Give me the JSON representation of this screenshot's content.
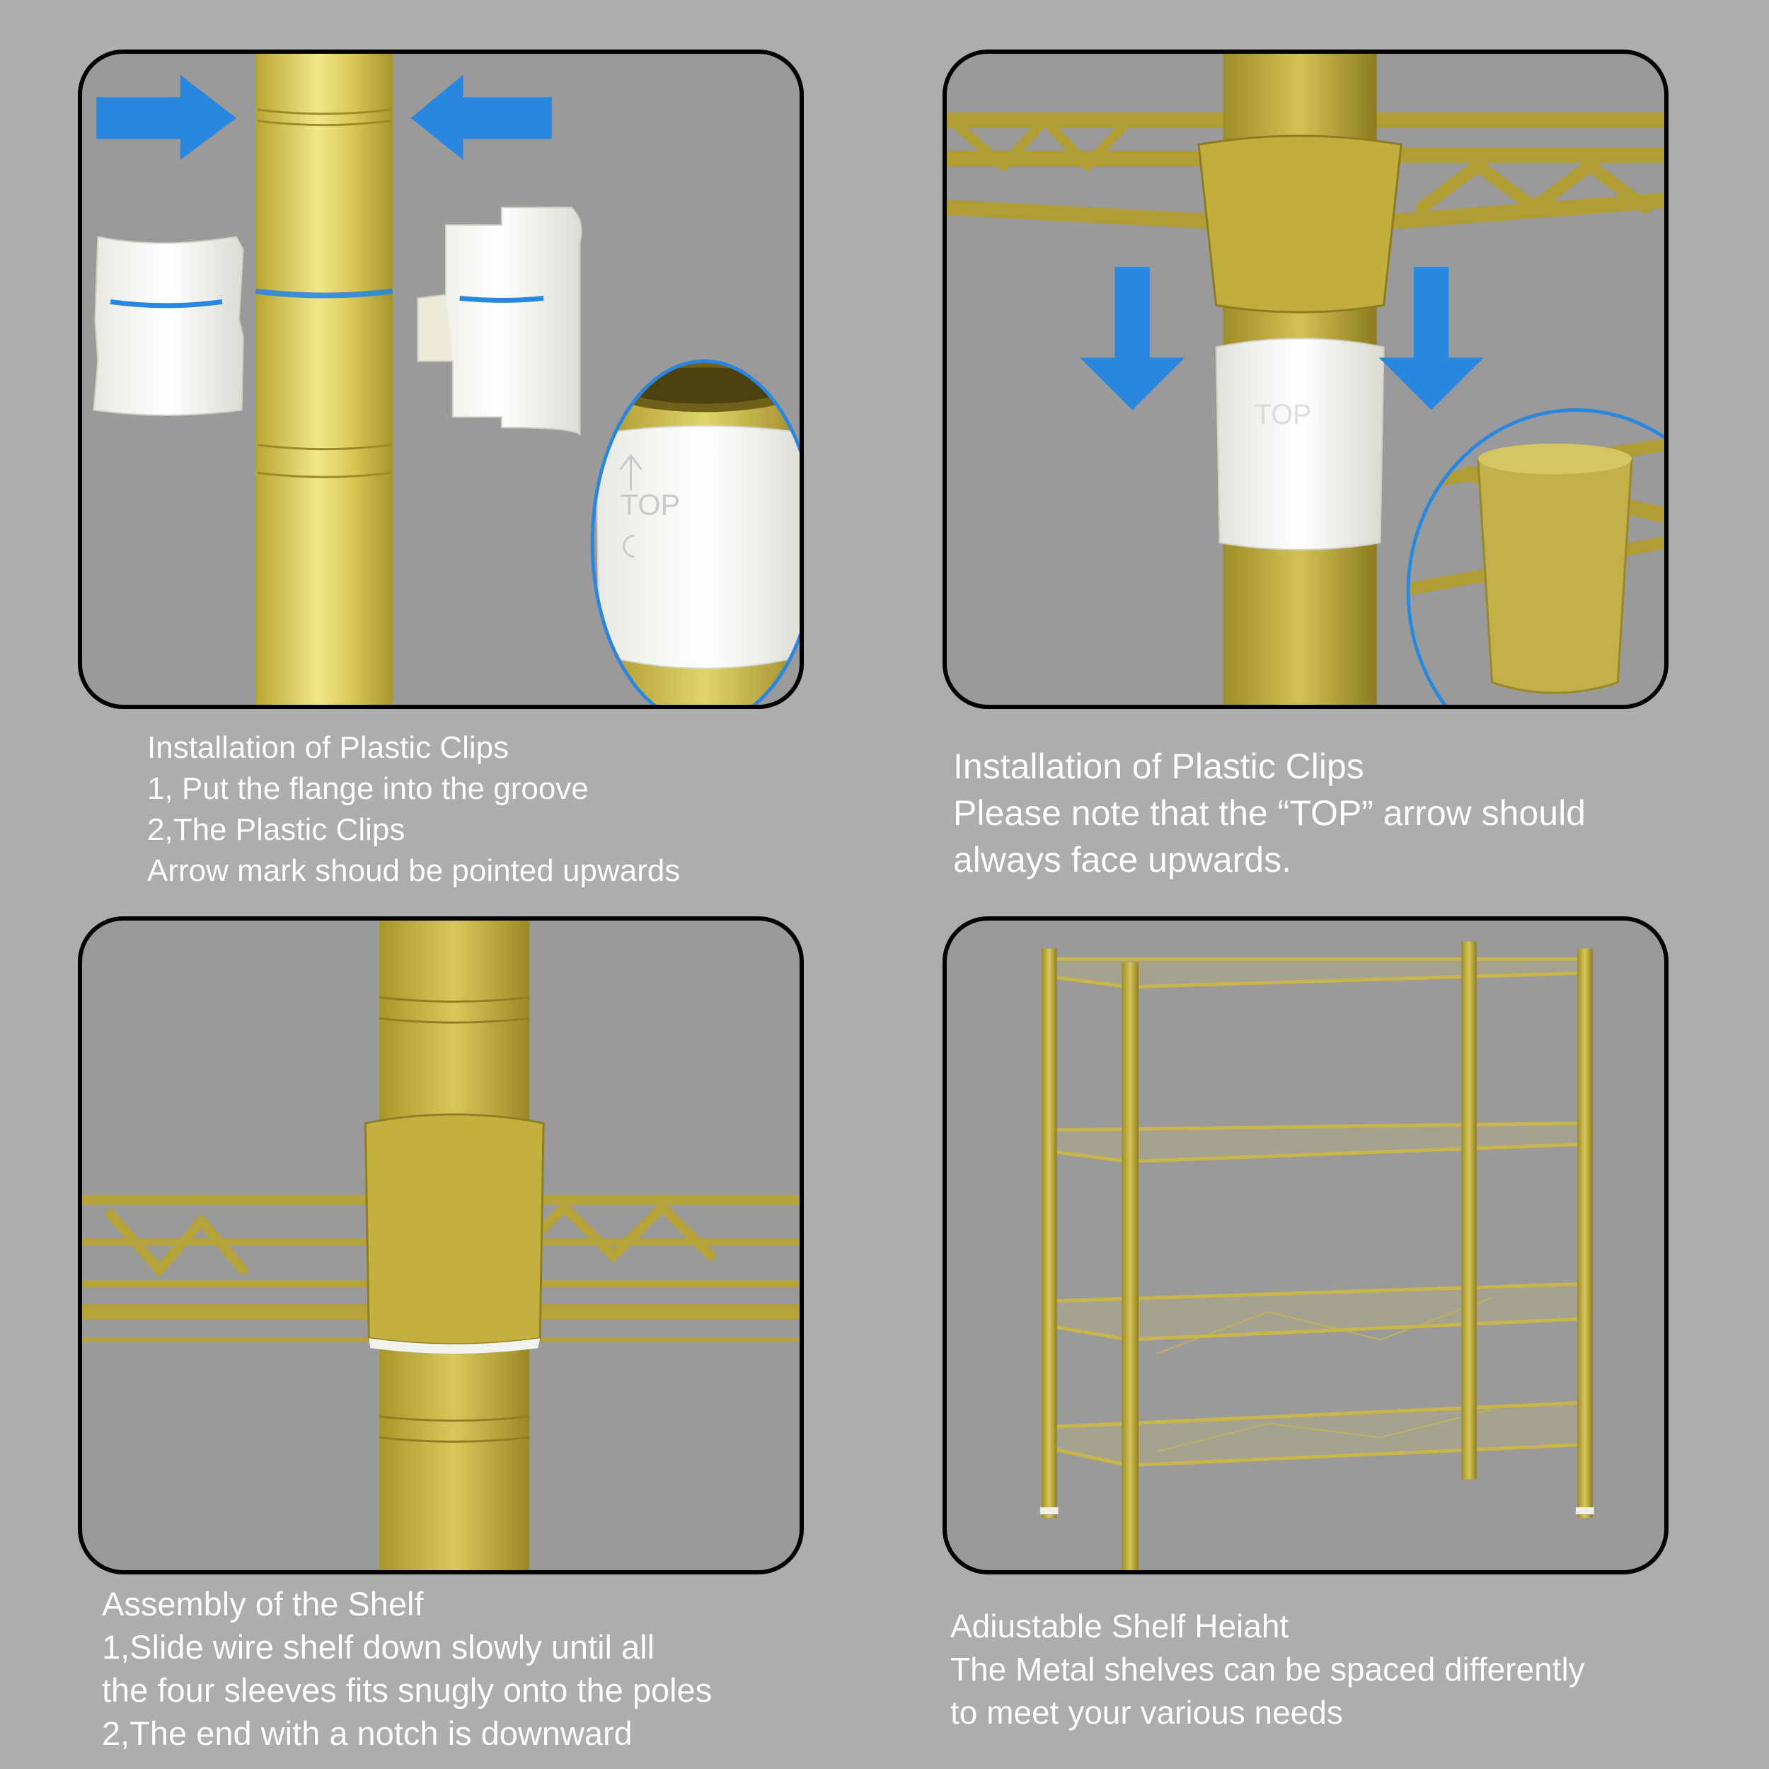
{
  "colors": {
    "background": "#adadad",
    "panel_background": "#9a9a9a",
    "gold": "#c7b43f",
    "gold_light": "#e9dd7a",
    "gold_dark": "#8f7f22",
    "arrow_blue": "#2a87e0",
    "clip_white": "#f4f4f0",
    "text": "#ffffff"
  },
  "icons": {
    "arrow": "blue-arrow-icon",
    "clip": "plastic-clip",
    "pole": "metal-pole",
    "shelf": "wire-shelf"
  },
  "stamp": {
    "label": "TOP"
  },
  "sections": [
    {
      "id": "plastic-clips-flange",
      "lines": [
        "Installation of Plastic Clips",
        "1, Put the flange into the groove",
        "2,The Plastic Clips",
        "Arrow mark shoud be pointed upwards"
      ]
    },
    {
      "id": "plastic-clips-top",
      "lines": [
        "Installation of Plastic Clips",
        "Please note that the “TOP” arrow should",
        "always face upwards."
      ]
    },
    {
      "id": "assembly-of-shelf",
      "lines": [
        "Assembly of the Shelf",
        "1,Slide wire shelf down slowly until all",
        "the four sleeves fits snugly onto the poles",
        "2,The end with a notch is downward"
      ]
    },
    {
      "id": "adjustable-height",
      "lines": [
        "Adiustable Shelf Heiaht",
        "The Metal shelves can be spaced differently",
        "to meet your various needs"
      ]
    }
  ]
}
